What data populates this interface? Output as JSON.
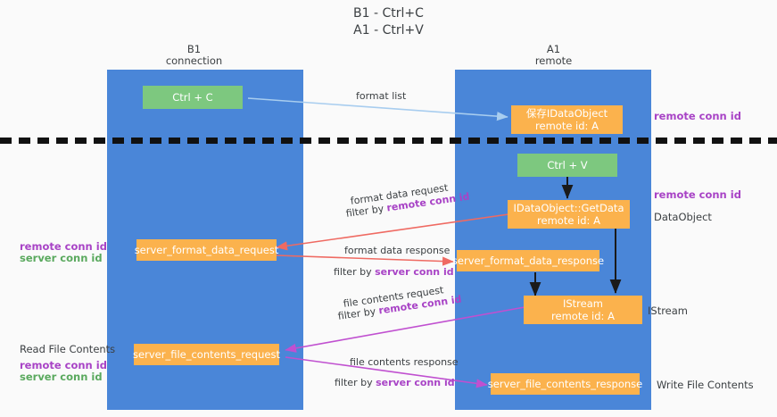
{
  "title": {
    "line1": "B1 - Ctrl+C",
    "line2": "A1 - Ctrl+V"
  },
  "lanes": [
    {
      "name": "B1",
      "sub": "connection"
    },
    {
      "name": "A1",
      "sub": "remote"
    }
  ],
  "nodes": {
    "ctrl_c": "Ctrl + C",
    "ctrl_v": "Ctrl + V",
    "idataobject_title": "保存IDataObject",
    "idataobject_sub": "remote id: A",
    "getdata_title": "IDataObject::GetData",
    "getdata_sub": "remote id: A",
    "istream_title": "IStream",
    "istream_sub": "remote id: A",
    "server_format_data_request": "server_format_data_request",
    "server_format_data_response": "server_format_data_response",
    "server_file_contents_request": "server_file_contents_request",
    "server_file_contents_response": "server_file_contents_response"
  },
  "edges": {
    "format_list": "format list",
    "format_data_request": "format data request",
    "format_data_request_filter_prefix": "filter by ",
    "format_data_request_filter_key": "remote conn id",
    "format_data_response": "format data response",
    "format_data_response_filter_prefix": "filter by ",
    "format_data_response_filter_key": "server conn id",
    "file_contents_request": "file contents request",
    "file_contents_request_filter_prefix": "filter by ",
    "file_contents_request_filter_key": "remote conn id",
    "file_contents_response": "file contents response",
    "file_contents_response_filter_prefix": "filter by ",
    "file_contents_response_filter_key": "server conn id"
  },
  "annotations": {
    "left_remote_conn_id": "remote conn id",
    "left_server_conn_id": "server conn id",
    "read_file_contents": "Read File Contents",
    "left2_remote_conn_id": "remote conn id",
    "left2_server_conn_id": "server conn id",
    "right_remote_conn_id_top": "remote conn id",
    "right_remote_conn_id_mid": "remote conn id",
    "right_dataobject": "DataObject",
    "right_istream": "IStream",
    "right_write_file_contents": "Write File Contents"
  },
  "colors": {
    "lane": "#4a86d8",
    "green_node": "#7dc87f",
    "orange_node": "#fbb24d",
    "arrow_format_list": "#a8cdef",
    "arrow_format_data": "#ef6a62",
    "arrow_file_contents": "#c050d0",
    "arrow_vertical": "#1a1a1a",
    "remote_text": "#a843c6",
    "server_text": "#5aa95e",
    "divider": "#111111",
    "background": "#fafafa"
  }
}
